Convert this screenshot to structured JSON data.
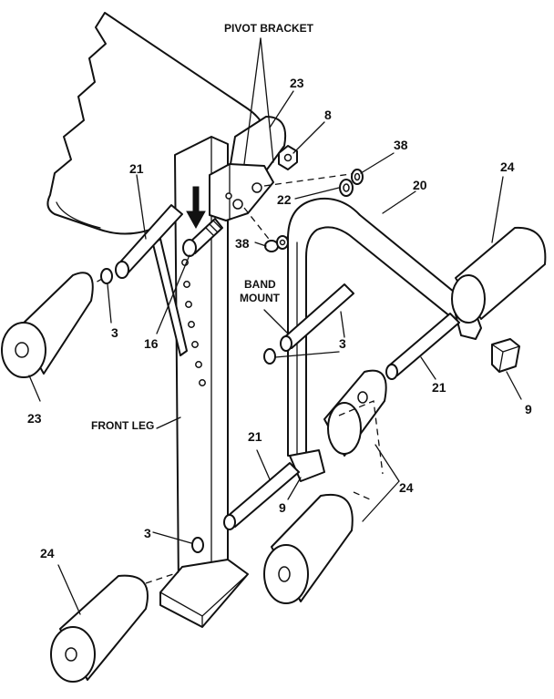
{
  "labels": {
    "pivot_bracket": "PIVOT BRACKET",
    "band_mount_1": "BAND",
    "band_mount_2": "MOUNT",
    "front_leg": "FRONT LEG",
    "n23_top": "23",
    "n8": "8",
    "n38_top": "38",
    "n24_right": "24",
    "n21_top": "21",
    "n22": "22",
    "n20": "20",
    "n38_mid": "38",
    "n3_left": "3",
    "n16": "16",
    "n23_left": "23",
    "n3_mid": "3",
    "n21_right": "21",
    "n9_right": "9",
    "n21_bottom": "21",
    "n9_bottom": "9",
    "n24_mid": "24",
    "n3_bottom": "3",
    "n24_left": "24"
  },
  "colors": {
    "line": "#111111",
    "background": "#ffffff"
  }
}
